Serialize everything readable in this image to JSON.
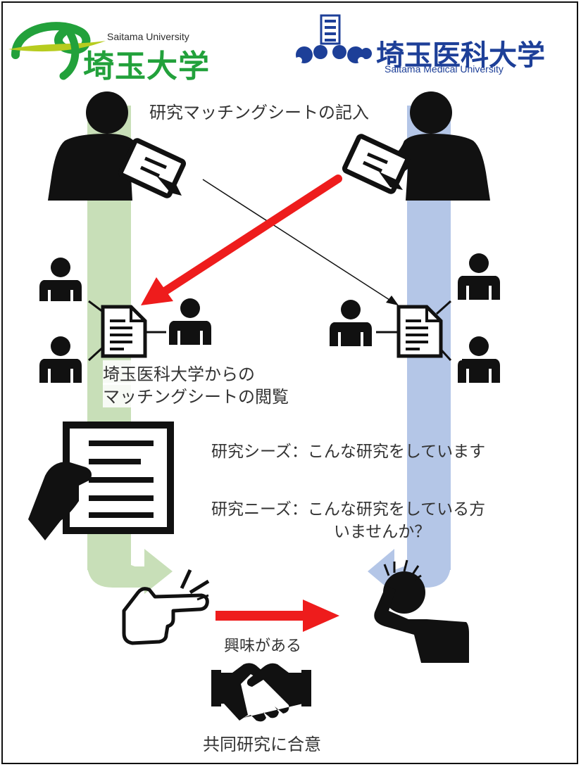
{
  "logos": {
    "saitama_university_en": "Saitama University",
    "saitama_university_ja": "埼玉大学",
    "saitama_medical_ja": "埼玉医科大学",
    "saitama_medical_en": "Saitama Medical University"
  },
  "steps": {
    "fill_sheet": "研究マッチングシートの記入",
    "browse_line1": "埼玉医科大学からの",
    "browse_line2": "マッチングシートの閲覧",
    "seeds": "研究シーズ：こんな研究をしています",
    "needs_line1": "研究ニーズ：こんな研究をしている方",
    "needs_line2": "いませんか？",
    "interest": "興味がある",
    "agreement": "共同研究に合意"
  },
  "colors": {
    "saitama_university_green": "#22a13b",
    "saitama_medical_blue": "#1d3f98",
    "green_band": "#c8dfb8",
    "blue_band": "#b4c6e7",
    "arrow_red": "#ee1c1c",
    "icon_black": "#111111"
  }
}
